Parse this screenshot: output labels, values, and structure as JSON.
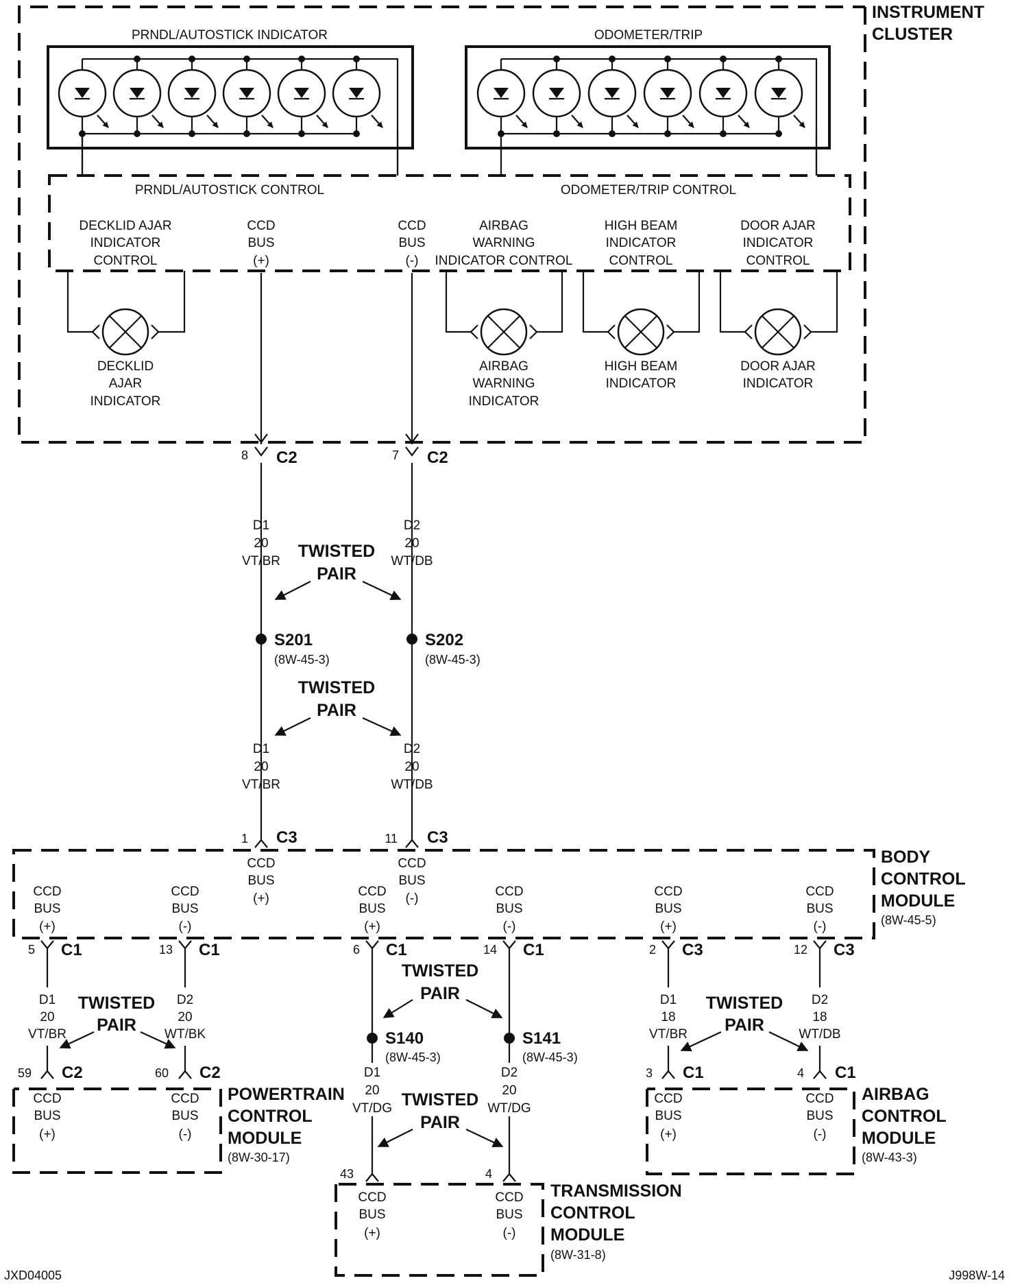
{
  "instrument_cluster": {
    "title_line1": "INSTRUMENT",
    "title_line2": "CLUSTER",
    "prndl_indicator": "PRNDL/AUTOSTICK INDICATOR",
    "odometer_trip": "ODOMETER/TRIP",
    "prndl_control": "PRNDL/AUTOSTICK CONTROL",
    "odometer_control": "ODOMETER/TRIP CONTROL",
    "controls": [
      {
        "l1": "DECKLID AJAR",
        "l2": "INDICATOR",
        "l3": "CONTROL"
      },
      {
        "l1": "CCD",
        "l2": "BUS",
        "l3": "(+)"
      },
      {
        "l1": "CCD",
        "l2": "BUS",
        "l3": "(-)"
      },
      {
        "l1": "AIRBAG",
        "l2": "WARNING",
        "l3": "INDICATOR CONTROL"
      },
      {
        "l1": "HIGH BEAM",
        "l2": "INDICATOR",
        "l3": "CONTROL"
      },
      {
        "l1": "DOOR AJAR",
        "l2": "INDICATOR",
        "l3": "CONTROL"
      }
    ],
    "lamps": [
      {
        "l1": "DECKLID",
        "l2": "AJAR",
        "l3": "INDICATOR"
      },
      {
        "l1": "AIRBAG",
        "l2": "WARNING",
        "l3": "INDICATOR"
      },
      {
        "l1": "HIGH BEAM",
        "l2": "INDICATOR",
        "l3": ""
      },
      {
        "l1": "DOOR AJAR",
        "l2": "INDICATOR",
        "l3": ""
      }
    ]
  },
  "connectors": {
    "c2_left_pin": "8",
    "c2_left": "C2",
    "c2_right_pin": "7",
    "c2_right": "C2",
    "c3_left_pin": "1",
    "c3_left": "C3",
    "c3_right_pin": "11",
    "c3_right": "C3"
  },
  "wires": {
    "d1_vtbr": {
      "l1": "D1",
      "l2": "20",
      "l3": "VT/BR"
    },
    "d2_wtdb": {
      "l1": "D2",
      "l2": "20",
      "l3": "WT/DB"
    }
  },
  "twisted": {
    "l1": "TWISTED",
    "l2": "PAIR"
  },
  "splices": {
    "s201": "S201",
    "s202": "S202",
    "s140": "S140",
    "s141": "S141",
    "ref": "(8W-45-3)"
  },
  "bcm": {
    "title_l1": "BODY",
    "title_l2": "CONTROL",
    "title_l3": "MODULE",
    "ref": "(8W-45-5)",
    "top_pos": {
      "l1": "CCD",
      "l2": "BUS",
      "l3": "(+)"
    },
    "top_neg": {
      "l1": "CCD",
      "l2": "BUS",
      "l3": "(-)"
    },
    "terms": [
      {
        "l1": "CCD",
        "l2": "BUS",
        "l3": "(+)",
        "pin": "5",
        "conn": "C1"
      },
      {
        "l1": "CCD",
        "l2": "BUS",
        "l3": "(-)",
        "pin": "13",
        "conn": "C1"
      },
      {
        "l1": "CCD",
        "l2": "BUS",
        "l3": "(+)",
        "pin": "6",
        "conn": "C1"
      },
      {
        "l1": "CCD",
        "l2": "BUS",
        "l3": "(-)",
        "pin": "14",
        "conn": "C1"
      },
      {
        "l1": "CCD",
        "l2": "BUS",
        "l3": "(+)",
        "pin": "2",
        "conn": "C3"
      },
      {
        "l1": "CCD",
        "l2": "BUS",
        "l3": "(-)",
        "pin": "12",
        "conn": "C3"
      }
    ]
  },
  "lower_wires": {
    "pcm_d1": {
      "l1": "D1",
      "l2": "20",
      "l3": "VT/BR"
    },
    "pcm_d2": {
      "l1": "D2",
      "l2": "20",
      "l3": "WT/BK"
    },
    "tcm_d1": {
      "l1": "D1",
      "l2": "20",
      "l3": "VT/DG"
    },
    "tcm_d2": {
      "l1": "D2",
      "l2": "20",
      "l3": "WT/DG"
    },
    "acm_d1": {
      "l1": "D1",
      "l2": "18",
      "l3": "VT/BR"
    },
    "acm_d2": {
      "l1": "D2",
      "l2": "18",
      "l3": "WT/DB"
    }
  },
  "pcm": {
    "title_l1": "POWERTRAIN",
    "title_l2": "CONTROL",
    "title_l3": "MODULE",
    "ref": "(8W-30-17)",
    "pin_pos": "59",
    "pin_neg": "60",
    "conn": "C2",
    "pos": {
      "l1": "CCD",
      "l2": "BUS",
      "l3": "(+)"
    },
    "neg": {
      "l1": "CCD",
      "l2": "BUS",
      "l3": "(-)"
    }
  },
  "tcm": {
    "title_l1": "TRANSMISSION",
    "title_l2": "CONTROL",
    "title_l3": "MODULE",
    "ref": "(8W-31-8)",
    "pin_pos": "43",
    "pin_neg": "4",
    "pos": {
      "l1": "CCD",
      "l2": "BUS",
      "l3": "(+)"
    },
    "neg": {
      "l1": "CCD",
      "l2": "BUS",
      "l3": "(-)"
    }
  },
  "acm": {
    "title_l1": "AIRBAG",
    "title_l2": "CONTROL",
    "title_l3": "MODULE",
    "ref": "(8W-43-3)",
    "pin_pos": "3",
    "pin_neg": "4",
    "conn": "C1",
    "pos": {
      "l1": "CCD",
      "l2": "BUS",
      "l3": "(+)"
    },
    "neg": {
      "l1": "CCD",
      "l2": "BUS",
      "l3": "(-)"
    }
  },
  "footer": {
    "left": "JXD04005",
    "right": "J998W-14"
  }
}
